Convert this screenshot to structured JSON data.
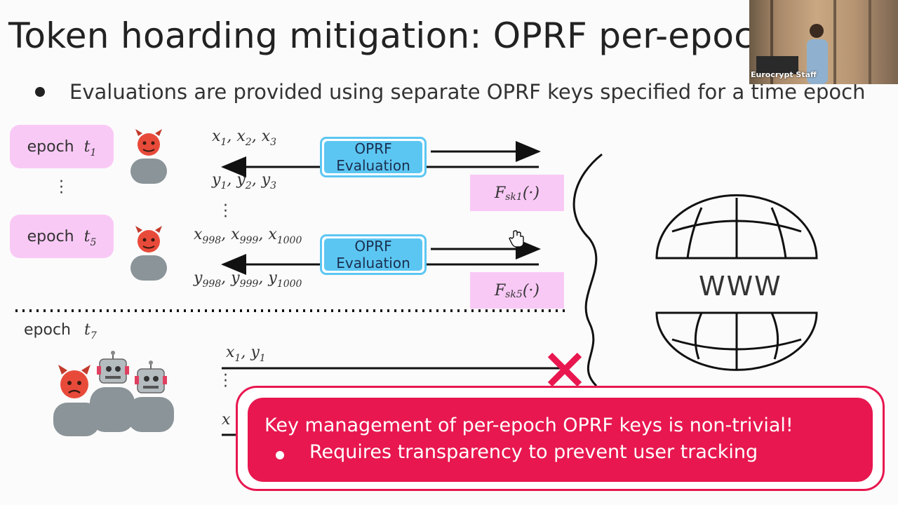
{
  "slide": {
    "title": "Token hoarding mitigation: OPRF per-epoch",
    "bullet": "Evaluations are provided using separate OPRF keys specified for a time epoch"
  },
  "epochs": [
    {
      "label": "epoch",
      "var": "t",
      "sub": "1"
    },
    {
      "label": "epoch",
      "var": "t",
      "sub": "5"
    },
    {
      "label": "epoch",
      "var": "t",
      "sub": "7"
    }
  ],
  "flows": {
    "row1_in": [
      {
        "v": "x",
        "s": "1"
      },
      {
        "v": "x",
        "s": "2"
      },
      {
        "v": "x",
        "s": "3"
      }
    ],
    "row1_out": [
      {
        "v": "y",
        "s": "1"
      },
      {
        "v": "y",
        "s": "2"
      },
      {
        "v": "y",
        "s": "3"
      }
    ],
    "row2_in": [
      {
        "v": "x",
        "s": "998"
      },
      {
        "v": "x",
        "s": "999"
      },
      {
        "v": "x",
        "s": "1000"
      }
    ],
    "row2_out": [
      {
        "v": "y",
        "s": "998"
      },
      {
        "v": "y",
        "s": "999"
      },
      {
        "v": "y",
        "s": "1000"
      }
    ],
    "row3_in": [
      {
        "v": "x",
        "s": "1"
      },
      {
        "v": "y",
        "s": "1"
      }
    ],
    "row4_partial": "x"
  },
  "oprf_box": {
    "line1": "OPRF",
    "line2": "Evaluation"
  },
  "fkeys": [
    {
      "f": "F",
      "sub": "sk1",
      "arg": "(·)"
    },
    {
      "f": "F",
      "sub": "sk5",
      "arg": "(·)"
    }
  ],
  "globe_label": "WWW",
  "webcam_label": "Eurocrypt Staff",
  "callout": {
    "main": "Key management of per-epoch OPRF keys is non-trivial!",
    "sub": "Requires transparency to prevent user tracking"
  },
  "colors": {
    "accent_pink": "#f9c9f6",
    "oprf_blue": "#5cc6f2",
    "callout_red": "#e8174f",
    "reject_x": "#e8174f"
  },
  "icons": [
    "devil-face-icon",
    "robot-face-icon",
    "person-silhouette-icon",
    "globe-icon",
    "reject-x-icon",
    "hand-cursor-icon"
  ]
}
